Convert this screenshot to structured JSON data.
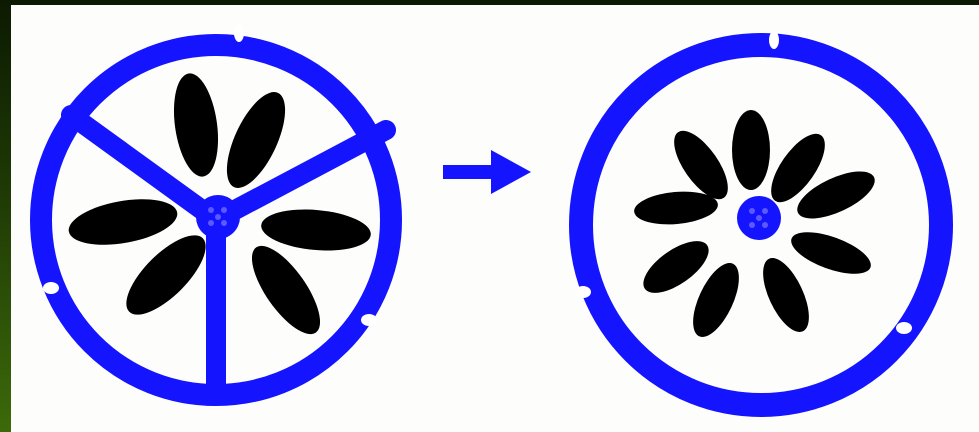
{
  "figure": {
    "left_diagram": {
      "septa": 3,
      "placenta_type": "axile"
    },
    "arrow": {
      "direction": "right"
    },
    "right_diagram": {
      "septa": 0,
      "placenta_type": "free-central"
    }
  },
  "colors": {
    "ovary_wall": "#1414ff",
    "ovule": "#000000",
    "dots": "#5a5aff",
    "background": "#fdfdfb",
    "frame": "#1f3a05"
  }
}
